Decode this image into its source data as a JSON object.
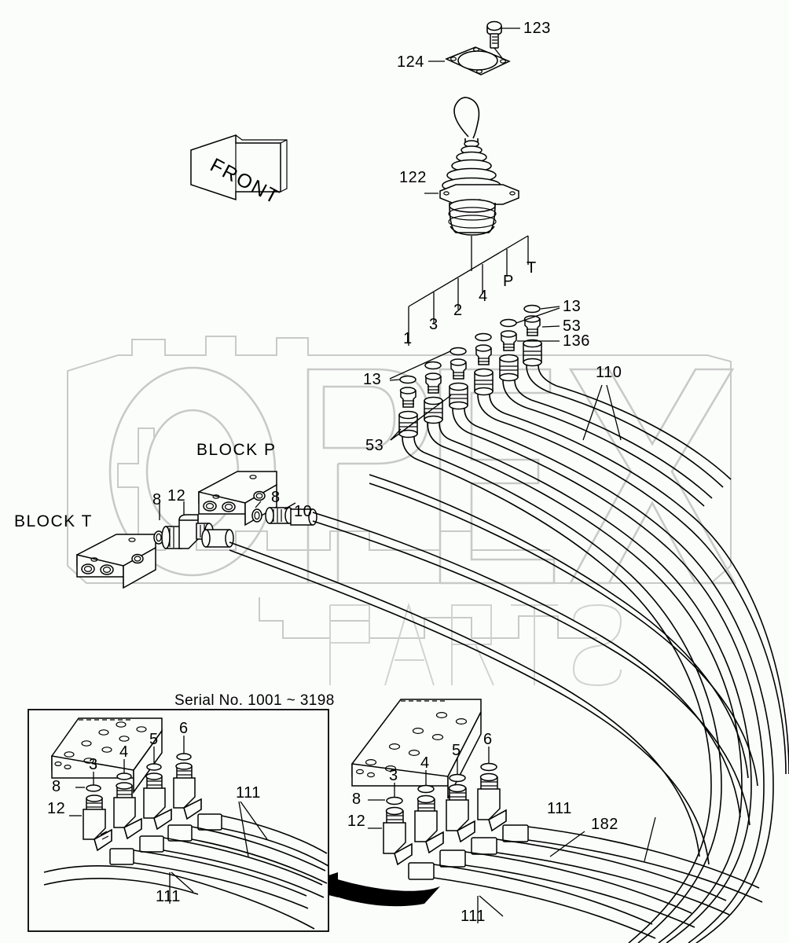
{
  "diagram": {
    "title": "Remote control valve piping (joystick) parts diagram",
    "background_color": "#fbfdfb",
    "line_color": "#000000",
    "watermark_color": "#c8c8c8"
  },
  "watermark": {
    "text": "OPEX",
    "subtext": "PARTS"
  },
  "direction_marker": {
    "label": "FRONT"
  },
  "callouts": {
    "bolt": "123",
    "gasket": "124",
    "joystick": "122",
    "port_1": "1",
    "port_2": "2",
    "port_3": "3",
    "port_4": "4",
    "port_p": "P",
    "port_t": "T",
    "oring_left": "13",
    "oring_right": "13",
    "adapter_53_left": "53",
    "adapter_53_right": "53",
    "fitting_136": "136",
    "hose_110": "110",
    "oring_8_left": "8",
    "elbow_12": "12",
    "oring_8_right": "8",
    "connector_10": "10",
    "block_p": "BLOCK  P",
    "block_t": "BLOCK  T"
  },
  "inset": {
    "serial_note": "Serial No. 1001 ~ 3198",
    "labels": {
      "oring_8": "8",
      "elbow_12": "12",
      "item_3": "3",
      "item_4": "4",
      "item_5": "5",
      "item_6": "6",
      "hose_111_mid": "111",
      "hose_111_bottom": "111"
    }
  },
  "main_lower": {
    "labels": {
      "oring_8": "8",
      "elbow_12": "12",
      "item_3": "3",
      "item_4": "4",
      "item_5": "5",
      "item_6": "6",
      "hose_111_right": "111",
      "hose_182": "182",
      "hose_111_bottom": "111"
    }
  }
}
